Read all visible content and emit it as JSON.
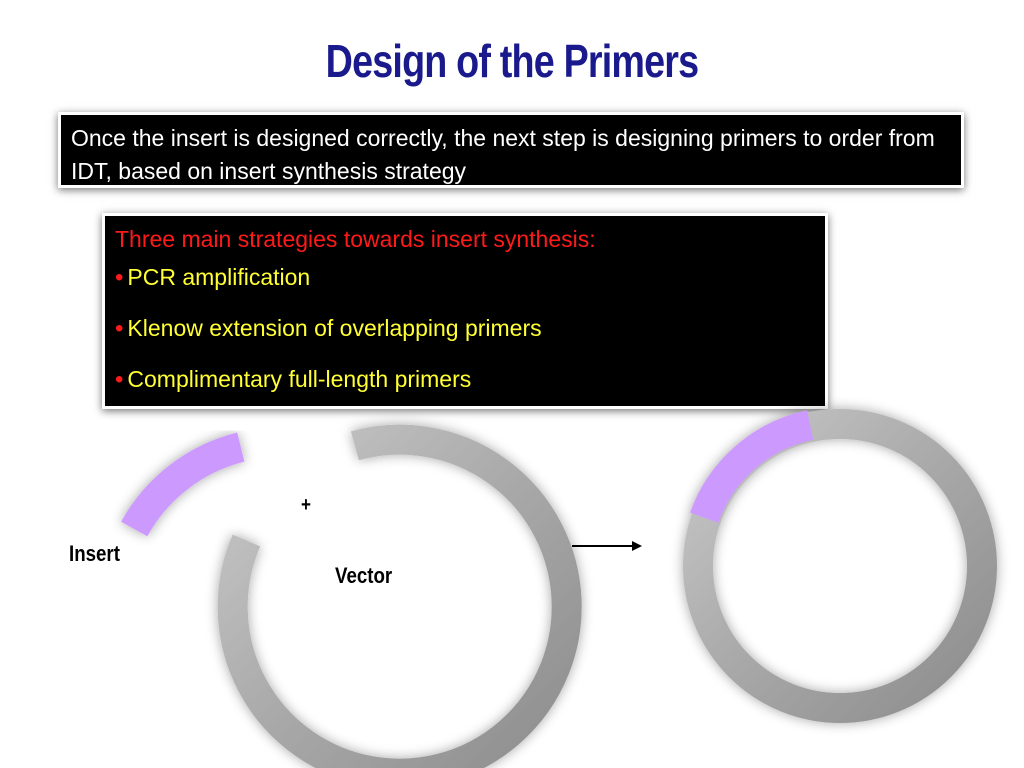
{
  "slide": {
    "title": "Design of the Primers",
    "intro_text": "Once the insert is designed correctly, the next step is designing primers to order from IDT, based on insert synthesis strategy",
    "strategies_heading": "Three main strategies towards insert synthesis:",
    "strategies": [
      "PCR amplification",
      "Klenow extension of overlapping primers",
      "Complimentary full-length primers"
    ]
  },
  "diagram": {
    "insert_label": "Insert",
    "plus_sign": "+",
    "vector_label": "Vector",
    "colors": {
      "insert": "#cc99ff",
      "vector": "#a6a6a6",
      "box_background": "#000000",
      "heading_text": "#ff1a1a",
      "bullet_text": "#ffff33",
      "title_text": "#1a1a8c"
    }
  }
}
